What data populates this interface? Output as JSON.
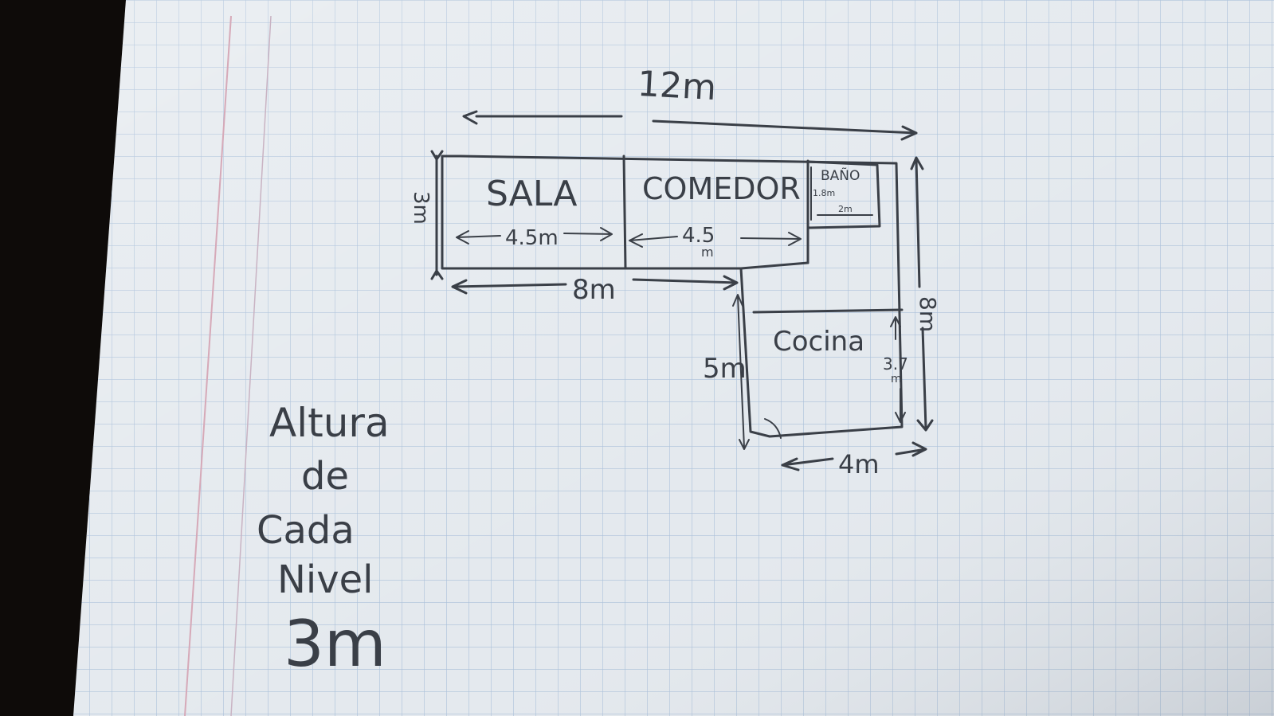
{
  "total_width": "12m",
  "left_height": "3m",
  "bottom_width": "8m",
  "right_height": "8m",
  "rooms": {
    "sala": {
      "label": "SALA",
      "width": "4.5m"
    },
    "comedor": {
      "label": "COMEDOR",
      "width_value": "4.5",
      "width_unit": "m"
    },
    "bano": {
      "label": "BAÑO",
      "height": "1.8m",
      "width": "2m"
    },
    "cocina": {
      "label": "Cocina",
      "height_value": "3.7",
      "height_unit": "m",
      "width": "4m",
      "side": "5m"
    }
  },
  "note": {
    "lines": [
      "Altura",
      "de",
      "Cada",
      "Nivel"
    ],
    "value": "3m"
  },
  "colors": {
    "ink": "#3a3f47",
    "paper": "#e4e9ee",
    "grid": "#a9bfd9",
    "margin_line": "#d6a9b8"
  }
}
